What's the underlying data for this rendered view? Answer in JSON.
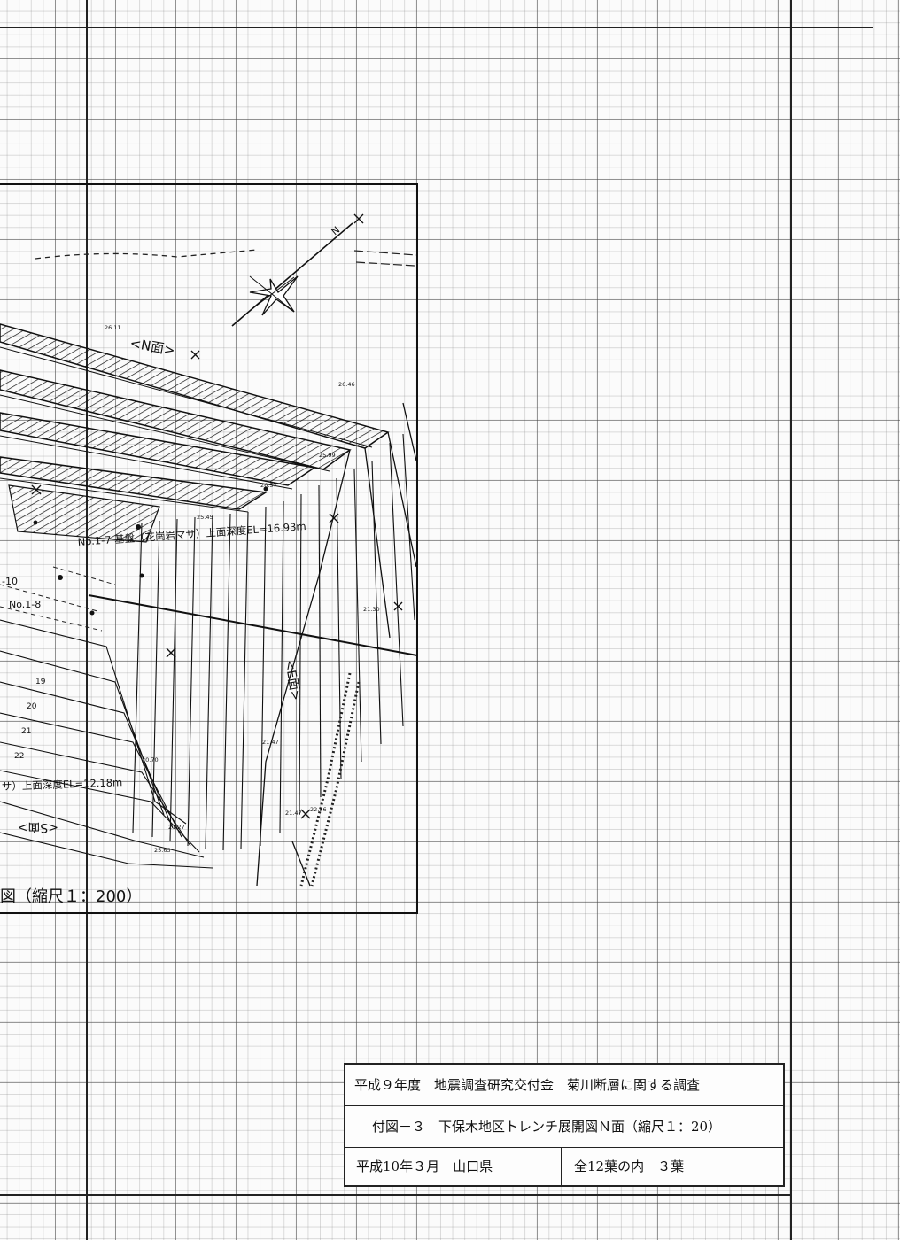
{
  "drawing": {
    "directions": {
      "north_arrow": "N",
      "n_face": "<N面>",
      "e_face": "<E面>",
      "s_face": "<S面>"
    },
    "annotations": {
      "no_1_7": "No.1-7 基盤（花崗岩マサ）上面深度EL=16.93m",
      "no_1_10": "-10",
      "no_1_8": "No.1-8",
      "lower_basement": "サ）上面深度EL=12.18m"
    },
    "contour_labels": [
      "19",
      "20",
      "21",
      "22"
    ],
    "elevation_points": [
      "26.11",
      "25.99",
      "26.57",
      "25.45",
      "26.46",
      "21.30",
      "21.47",
      "20.70",
      "21.27",
      "25.65",
      "22.86",
      "21.47"
    ],
    "scale_caption": "図（縮尺１：200）"
  },
  "title_block": {
    "line1": "平成９年度　地震調査研究交付金　菊川断層に関する調査",
    "line2": "付図－３　下保木地区トレンチ展開図Ｎ面（縮尺１：20）",
    "date_org": "平成10年３月　山口県",
    "sheet_count": "全12葉の内　３葉"
  }
}
